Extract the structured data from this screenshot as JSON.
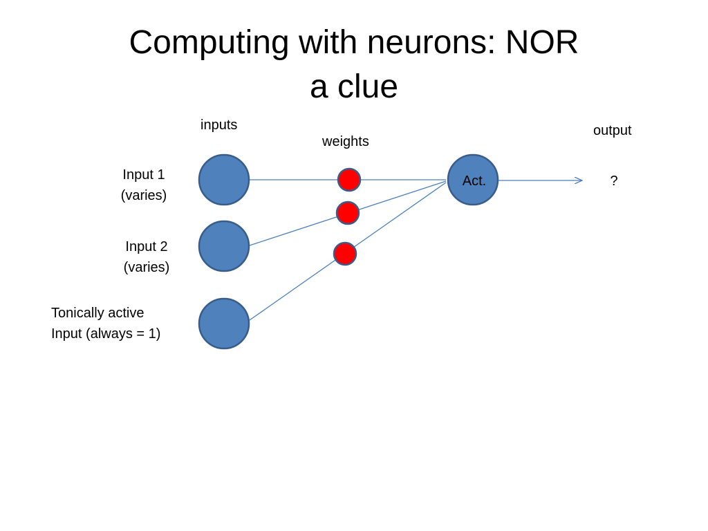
{
  "slide": {
    "title_line1": "Computing with neurons: NOR",
    "title_line2": "a clue"
  },
  "headers": {
    "inputs": "inputs",
    "weights": "weights",
    "output": "output"
  },
  "inputs": [
    {
      "line1": "Input 1",
      "line2": "(varies)"
    },
    {
      "line1": "Input 2",
      "line2": "(varies)"
    },
    {
      "line1": "Tonically active",
      "line2": "Input (always = 1)"
    }
  ],
  "activation_node": {
    "label": "Act."
  },
  "output_value": "?",
  "colors": {
    "node_fill": "#4f81bd",
    "node_stroke": "#385d8a",
    "weight_fill": "#ff0000",
    "weight_stroke": "#385d8a",
    "connection": "#4a7ebb"
  }
}
